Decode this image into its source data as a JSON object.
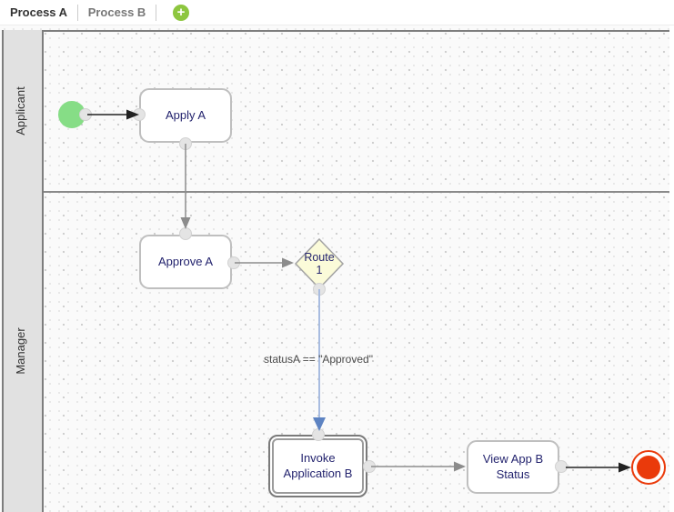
{
  "tabs": {
    "process_a": "Process A",
    "process_b": "Process B"
  },
  "icons": {
    "add": "+"
  },
  "lanes": {
    "applicant": "Applicant",
    "manager": "Manager"
  },
  "nodes": {
    "apply_a": "Apply A",
    "approve_a": "Approve A",
    "route_1": "Route 1",
    "invoke_app_b": "Invoke Application B",
    "view_app_b": "View App B Status"
  },
  "connector_labels": {
    "route_condition": "statusA == \"Approved\""
  },
  "colors": {
    "start_event": "#86dd86",
    "end_event": "#ea3a0b",
    "gateway_fill": "#fbfbd9",
    "add_button": "#8dc63f",
    "node_text": "#23236e",
    "flow_blue_line": "#a8bce0",
    "flow_blue_arrow": "#5d83c2",
    "flow_gray": "#8c8c8c",
    "flow_black": "#222222",
    "lane_fill": "#e1e1e1"
  }
}
